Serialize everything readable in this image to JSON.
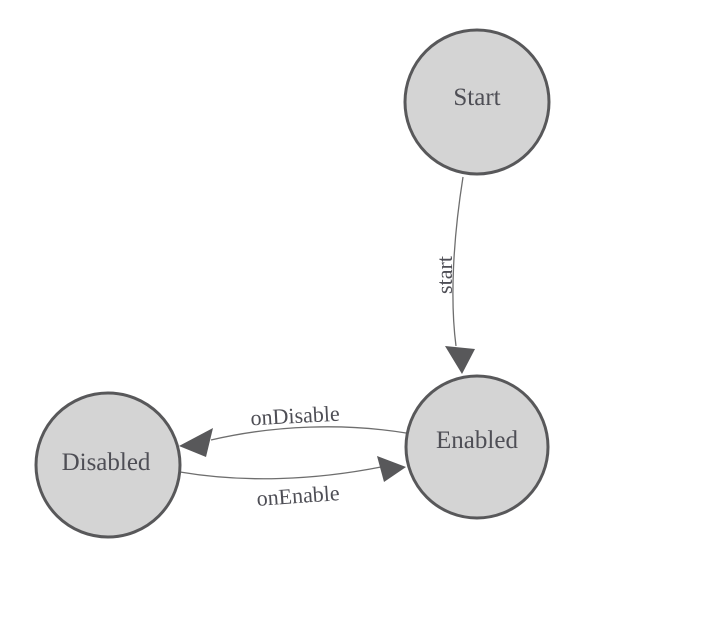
{
  "diagram": {
    "type": "state-machine",
    "colors": {
      "background": "#ffffff",
      "node_fill": "#d4d4d4",
      "node_stroke": "#58585a",
      "edge_stroke": "#6e6e6e",
      "arrow_fill": "#58585a",
      "label_text": "#4e4e55"
    },
    "nodes": [
      {
        "id": "start",
        "label": "Start"
      },
      {
        "id": "enabled",
        "label": "Enabled"
      },
      {
        "id": "disabled",
        "label": "Disabled"
      }
    ],
    "edges": [
      {
        "from": "Start",
        "to": "Enabled",
        "label": "start"
      },
      {
        "from": "Enabled",
        "to": "Disabled",
        "label": "onDisable"
      },
      {
        "from": "Disabled",
        "to": "Enabled",
        "label": "onEnable"
      }
    ]
  }
}
